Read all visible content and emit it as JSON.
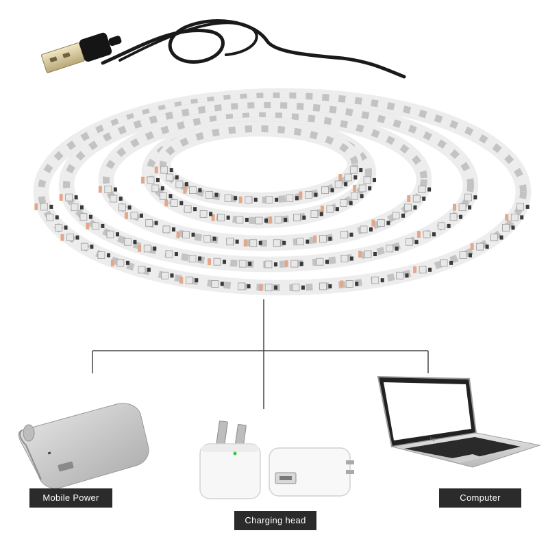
{
  "labels": {
    "mobile_power": "Mobile Power",
    "charging_head": "Charging head",
    "computer": "Computer"
  },
  "colors": {
    "background": "#ffffff",
    "label_background": "#2b2b2b",
    "label_text": "#ffffff",
    "strip_base": "#f4f4f4",
    "backing_tape": "#8f8f8f",
    "led_chip": "#e8e8e8",
    "resistor": "#3a3a3a",
    "copper_pad": "#e3a88a",
    "cable": "#1a1a1a",
    "connector_lines": "#444444",
    "power_bank": "#c9c9c9",
    "laptop_body": "#d9d9d9",
    "status_led": "#2ecc40"
  },
  "icons": [
    "usb-plug-icon",
    "power-bank-icon",
    "charging-head-icon",
    "laptop-icon"
  ]
}
